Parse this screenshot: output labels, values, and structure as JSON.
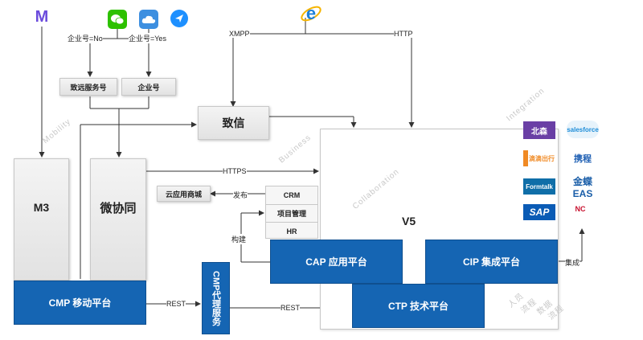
{
  "top": {
    "e_yes": "企业号=Yes",
    "e_no": "企业号=No",
    "zhiyuan_service": "致远服务号",
    "enterprise": "企业号",
    "xmpp": "XMPP",
    "http": "HTTP"
  },
  "nodes": {
    "zhixin": "致信",
    "m3": "M3",
    "weixietong": "微协同",
    "cmp": "CMP 移动平台",
    "cmp_proxy": "CMP代理服务",
    "v5": "V5",
    "cap": "CAP 应用平台",
    "cip": "CIP 集成平台",
    "ctp": "CTP 技术平台",
    "cloud_store": "云应用商城",
    "crm": "CRM",
    "project_mgmt": "项目管理",
    "hr": "HR"
  },
  "edges": {
    "https": "HTTPS",
    "publish": "发布",
    "build": "构建",
    "rest1": "REST",
    "rest2": "REST",
    "integrate": "集成"
  },
  "watermarks": {
    "mobility": "Mobility",
    "business": "Business",
    "collaboration": "Collaboration",
    "integration": "Integration",
    "people": "人员",
    "process": "流程",
    "data": "数据",
    "flow": "流程"
  },
  "logos": {
    "m_logo": "M",
    "beisen": "北森",
    "salesforce": "salesforce",
    "didi": "滴滴出行",
    "ctrip": "携程",
    "formtalk": "Formtalk",
    "kingdee": "金蝶EAS",
    "sap": "SAP",
    "nc": "NC"
  },
  "colors": {
    "blue": "#1565b3",
    "wechat": "#2dc100",
    "cloud": "#3d8fe0"
  }
}
